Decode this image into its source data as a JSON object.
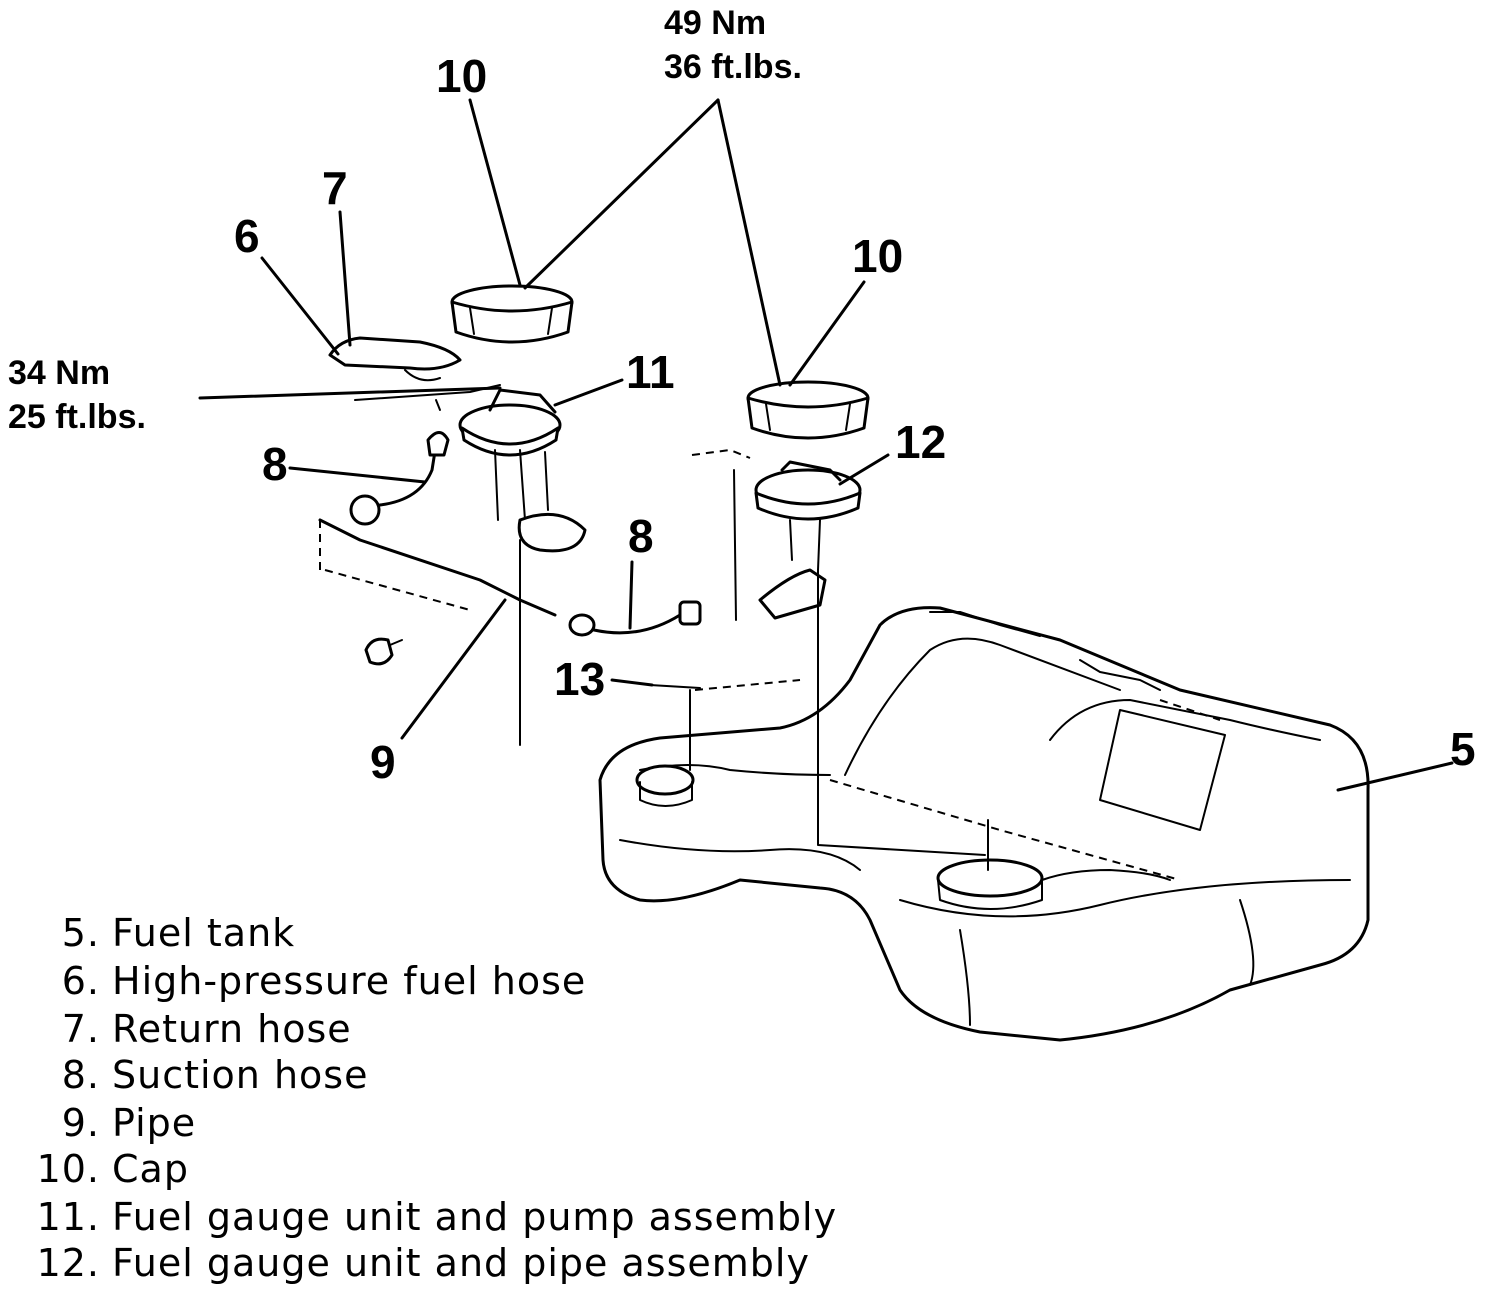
{
  "torque_specs": {
    "upper": {
      "line1": "49 Nm",
      "line2": "36 ft.lbs."
    },
    "left": {
      "line1": "34 Nm",
      "line2": "25 ft.lbs."
    }
  },
  "callouts": {
    "c5": "5",
    "c6": "6",
    "c7": "7",
    "c8a": "8",
    "c8b": "8",
    "c9": "9",
    "c10a": "10",
    "c10b": "10",
    "c11": "11",
    "c12": "12",
    "c13": "13"
  },
  "legend": [
    {
      "num": "5.",
      "label": "Fuel tank"
    },
    {
      "num": "6.",
      "label": "High-pressure fuel hose"
    },
    {
      "num": "7.",
      "label": "Return hose"
    },
    {
      "num": "8.",
      "label": "Suction hose"
    },
    {
      "num": "9.",
      "label": "Pipe"
    },
    {
      "num": "10.",
      "label": "Cap"
    },
    {
      "num": "11.",
      "label": "Fuel gauge unit and pump assembly"
    },
    {
      "num": "12.",
      "label": "Fuel gauge unit and pipe assembly"
    }
  ]
}
